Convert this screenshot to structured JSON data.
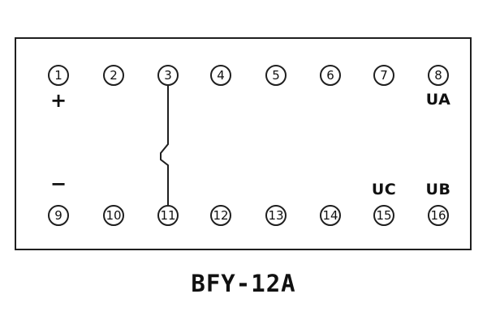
{
  "diagram": {
    "title": "BFY-12A",
    "frame_color": "#1f1f1f",
    "terminals": {
      "top": [
        "1",
        "2",
        "3",
        "4",
        "5",
        "6",
        "7",
        "8"
      ],
      "bottom": [
        "9",
        "10",
        "11",
        "12",
        "13",
        "14",
        "15",
        "16"
      ]
    },
    "labels": {
      "plus": "+",
      "minus": "−",
      "ua": "UA",
      "ub": "UB",
      "uc": "UC"
    },
    "contact": {
      "type": "normally-open-contact",
      "from_terminal": "3",
      "to_terminal": "11"
    }
  }
}
